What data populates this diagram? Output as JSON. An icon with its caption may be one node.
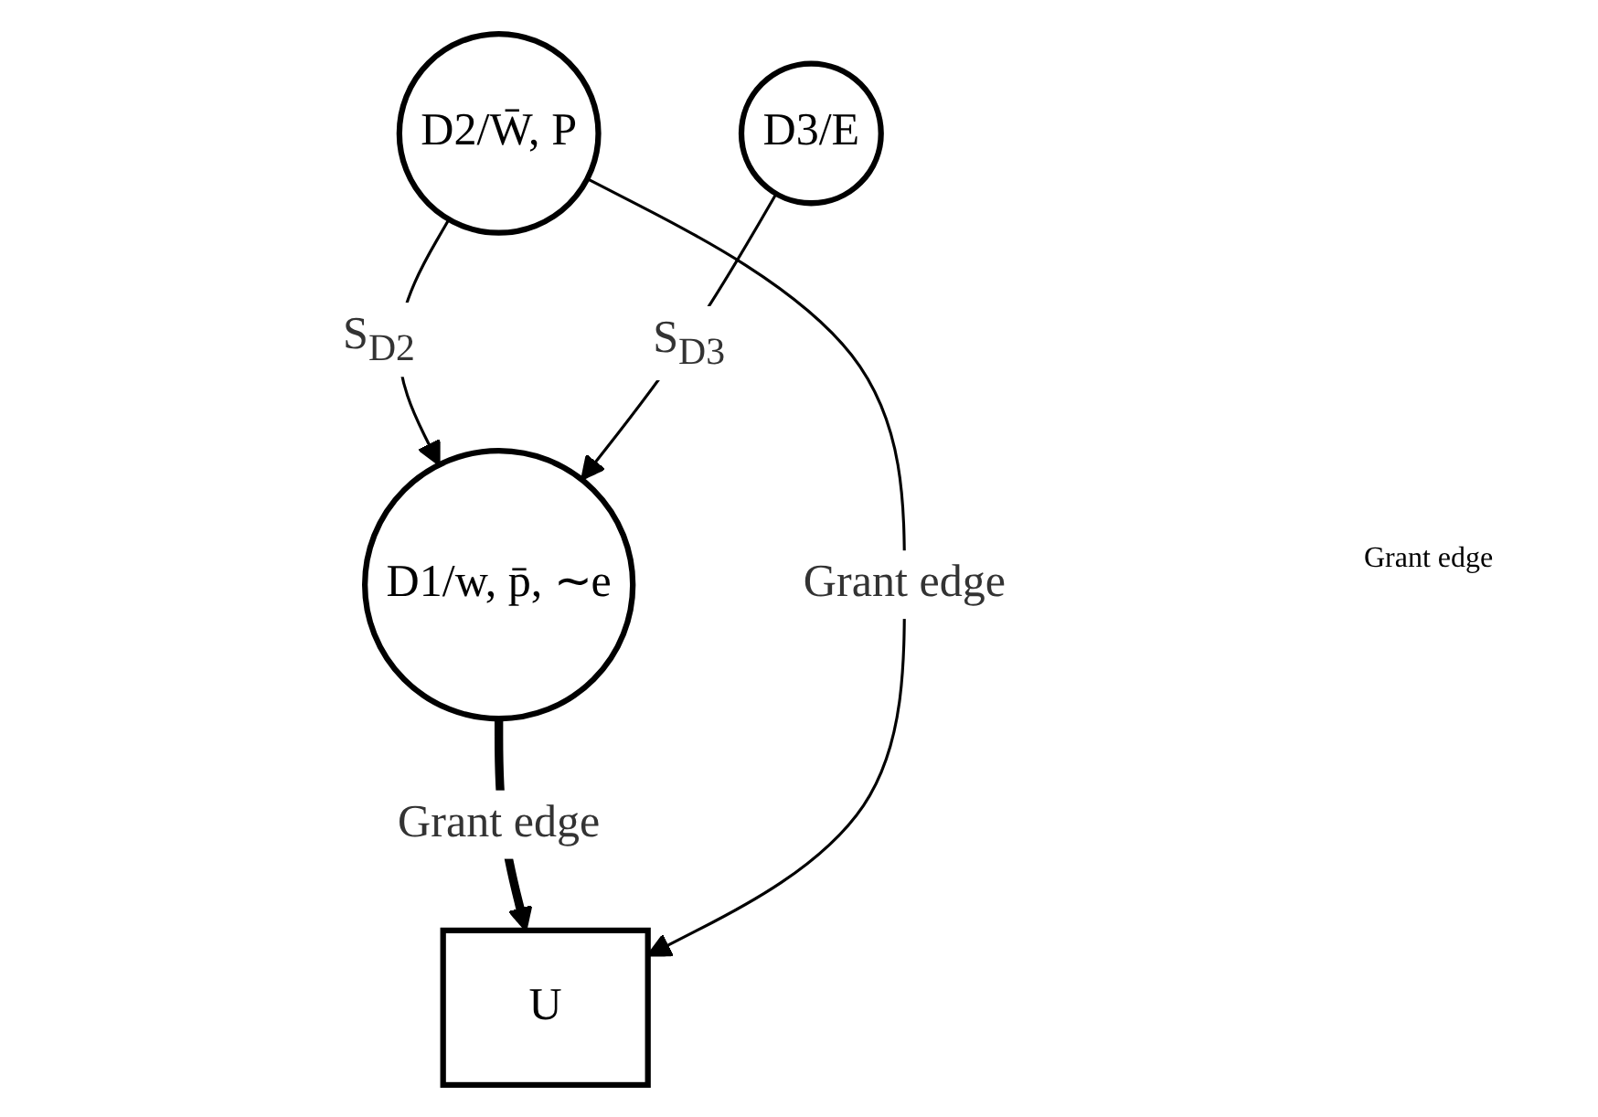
{
  "diagram": {
    "nodes": [
      {
        "text": [
          "D1/w, p̄, ∼e"
        ]
      },
      {
        "text": [
          "D2/W̄, P"
        ]
      },
      {
        "text": [
          "D3/E"
        ]
      },
      {
        "text": [
          "U"
        ]
      }
    ],
    "edges": [
      {
        "from": 1,
        "to": 0,
        "arrow": "to",
        "label": "S$_{D2}$"
      },
      {
        "from": 0,
        "to": 3,
        "arrow": "to",
        "label": "Grant edge",
        "style": "thick"
      },
      {
        "from": 2,
        "to": 0,
        "arrow": "to",
        "label": "S$_{D3}$"
      },
      {
        "from": 1,
        "to": 3,
        "arrow": "to",
        "label": "Grant edge"
      }
    ],
    "labels": [
      "Grant edge"
    ]
  }
}
